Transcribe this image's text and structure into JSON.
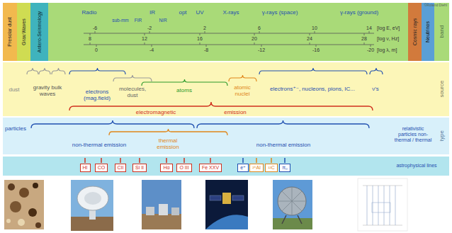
{
  "diagram": {
    "nodes": [
      {
        "text": [
          "band"
        ]
      },
      {
        "text": [
          "Presolar dust"
        ],
        "in": 0
      },
      {
        "text": [
          "Grav.Waves"
        ],
        "in": 0
      },
      {
        "text": [
          "Astero-Seismology"
        ],
        "in": 0
      },
      {
        "text": [
          "Cosmic rays"
        ],
        "in": 0
      },
      {
        "text": [
          "Neutrinos"
        ],
        "in": 0
      },
      {
        "text": [
          "source"
        ]
      },
      {
        "text": [
          "type"
        ]
      },
      {
        "text": [
          "astrophysical lines"
        ]
      },
      {
        "text": [
          "HI"
        ],
        "in": 8
      },
      {
        "text": [
          "CO"
        ],
        "in": 8
      },
      {
        "text": [
          "CII"
        ],
        "in": 8
      },
      {
        "text": [
          "Si II"
        ],
        "in": 8
      },
      {
        "text": [
          "Hα"
        ],
        "in": 8
      },
      {
        "text": [
          "O III"
        ],
        "in": 8
      },
      {
        "text": [
          "Fe XXV"
        ],
        "in": 8
      },
      {
        "text": [
          "e⁺"
        ],
        "in": 8
      },
      {
        "text": [
          "²⁶Al"
        ],
        "in": 8
      },
      {
        "text": [
          "¹²C"
        ],
        "in": 8
      },
      {
        "text": [
          "π₀"
        ],
        "in": 8
      }
    ],
    "labels": [
      "©Roland Diehl",
      "Radio",
      "sub-mm",
      "FIR",
      "IR",
      "NIR",
      "opt",
      "UV",
      "X-rays",
      "γ-rays (space)",
      "γ-rays (ground)",
      "-6",
      "-2",
      "2",
      "6",
      "10",
      "14",
      "[log E, eV]",
      "8",
      "12",
      "16",
      "20",
      "24",
      "28",
      "[log ν, Hz]",
      "0",
      "-4",
      "-8",
      "-12",
      "-16",
      "-20",
      "[log λ, m]",
      "dust",
      "gravity bulk waves",
      "electrons (mag.field)",
      "molecules, dust",
      "atoms",
      "atomic nuclei",
      "electrons⁺⁻, nucleons, pions, IC...",
      "ν's",
      "electromagnetic",
      "emission",
      "particles",
      "non-thermal emission",
      "thermal emission",
      "non-thermal emission",
      "relativistic particles non-thermal / thermal"
    ]
  }
}
